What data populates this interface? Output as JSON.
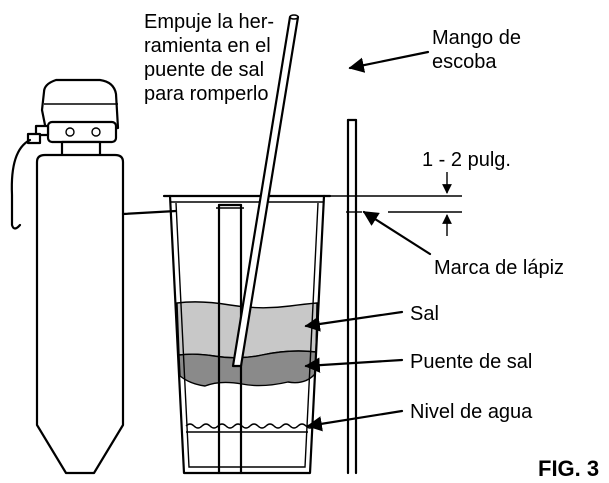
{
  "labels": {
    "push_tool_line1": "Empuje la her-",
    "push_tool_line2": "ramienta en el",
    "push_tool_line3": "puente de sal",
    "push_tool_line4": "para romperlo",
    "broom_handle_line1": "Mango de",
    "broom_handle_line2": "escoba",
    "distance": "1 - 2 pulg.",
    "pencil_mark": "Marca de lápiz",
    "salt": "Sal",
    "salt_bridge": "Puente de sal",
    "water_level": "Nivel de agua",
    "figure": "FIG. 3"
  },
  "colors": {
    "line": "#000000",
    "salt": "#c8c8c8",
    "salt_bridge": "#8a8a8a",
    "background": "#ffffff"
  }
}
